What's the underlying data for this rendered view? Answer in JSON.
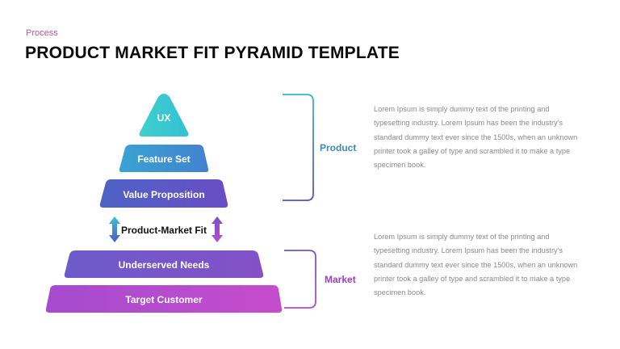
{
  "slide": {
    "kicker": "Process",
    "title": "PRODUCT MARKET FIT PYRAMID TEMPLATE"
  },
  "pyramid": {
    "tiers": [
      {
        "label": "UX",
        "color": "#3cc8cf"
      },
      {
        "label": "Feature Set",
        "color": "#3f8fd0"
      },
      {
        "label": "Value Proposition",
        "color": "#5a55c4"
      }
    ],
    "fit_label": "Product-Market Fit",
    "base_tiers": [
      {
        "label": "Underserved Needs",
        "color": "#7a56c8"
      },
      {
        "label": "Target Customer",
        "color": "#b34fcf"
      }
    ]
  },
  "groups": {
    "product": {
      "label": "Product",
      "color": "#3f86c6"
    },
    "market": {
      "label": "Market",
      "color": "#9b3fbf"
    }
  },
  "descriptions": {
    "product": "Lorem Ipsum is simply dummy text of the printing and typesetting industry. Lorem Ipsum has been the industry's standard dummy text ever since the 1500s, when an unknown printer took a galley of type and scrambled it to make a type specimen book.",
    "market": "Lorem Ipsum is simply dummy text of the printing and typesetting industry. Lorem Ipsum has been the industry's standard dummy text ever since the 1500s, when an unknown printer took a galley of type and scrambled it to make a type specimen book."
  }
}
